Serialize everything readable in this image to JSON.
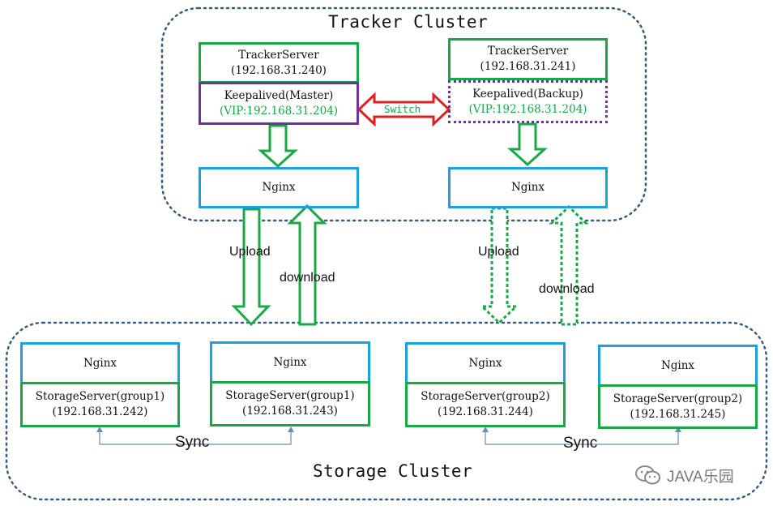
{
  "tracker_cluster": {
    "title": "Tracker Cluster",
    "left": {
      "server_name": "TrackerServer",
      "server_ip": "(192.168.31.240)",
      "keepalived": "Keepalived(Master)",
      "vip": "(VIP:192.168.31.204)",
      "nginx": "Nginx"
    },
    "right": {
      "server_name": "TrackerServer",
      "server_ip": "(192.168.31.241)",
      "keepalived": "Keepalived(Backup)",
      "vip": "(VIP:192.168.31.204)",
      "nginx": "Nginx"
    },
    "switch_label": "Switch"
  },
  "flows": {
    "left_upload": "Upload",
    "left_download": "download",
    "right_upload": "Upload",
    "right_download": "download"
  },
  "storage_cluster": {
    "title": "Storage Cluster",
    "nodes": [
      {
        "nginx": "Nginx",
        "server": "StorageServer(group1)",
        "ip": "(192.168.31.242)"
      },
      {
        "nginx": "Nginx",
        "server": "StorageServer(group1)",
        "ip": "(192.168.31.243)"
      },
      {
        "nginx": "Nginx",
        "server": "StorageServer(group2)",
        "ip": "(192.168.31.244)"
      },
      {
        "nginx": "Nginx",
        "server": "StorageServer(group2)",
        "ip": "(192.168.31.245)"
      }
    ],
    "sync_left": "Sync",
    "sync_right": "Sync"
  },
  "watermark": {
    "text": "JAVA乐园"
  },
  "colors": {
    "green": "#18a845",
    "blue": "#1ba1e2",
    "purple": "#7030a0",
    "red": "#e02020",
    "cluster_border": "#3c5a7a",
    "sync_line": "#6a8db5"
  }
}
